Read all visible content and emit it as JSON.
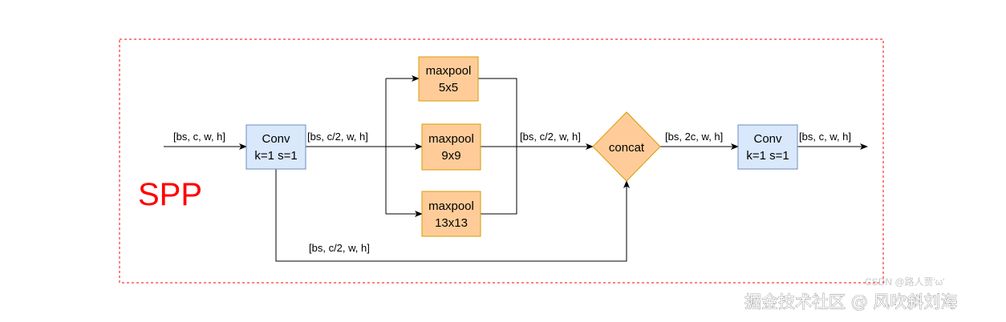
{
  "title": "SPP",
  "colors": {
    "conv_fill": "#dae8fc",
    "conv_stroke": "#6c8ebf",
    "pool_fill": "#ffcc99",
    "pool_stroke": "#d79b00",
    "frame": "#ff0000",
    "title": "#ff0000"
  },
  "nodes": {
    "conv1": {
      "line1": "Conv",
      "line2": "k=1 s=1"
    },
    "pool5": {
      "line1": "maxpool",
      "line2": "5x5"
    },
    "pool9": {
      "line1": "maxpool",
      "line2": "9x9"
    },
    "pool13": {
      "line1": "maxpool",
      "line2": "13x13"
    },
    "concat": {
      "label": "concat"
    },
    "conv2": {
      "line1": "Conv",
      "line2": "k=1 s=1"
    }
  },
  "edges": {
    "input": "[bs, c, w, h]",
    "conv1_out": "[bs, c/2, w, h]",
    "pools_out": "[bs, c/2, w, h]",
    "skip": "[bs, c/2, w, h]",
    "concat_out": "[bs, 2c, w, h]",
    "output": "[bs, c, w, h]"
  },
  "watermark": {
    "csdn": "CSDN @路人贾'ω'",
    "juejin": "掘金技术社区 @ 风吹斜刘海"
  }
}
